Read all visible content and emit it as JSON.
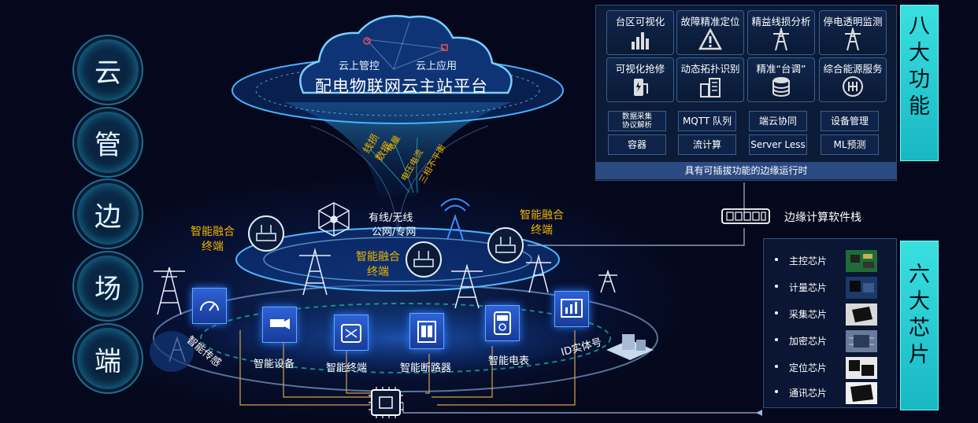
{
  "layers": [
    "云",
    "管",
    "边",
    "场",
    "端"
  ],
  "cloud": {
    "title": "配电物联网云主站平台",
    "control_label": "云上管控",
    "app_label": "云上应用"
  },
  "data_stream_labels": [
    "线损数据",
    "电量",
    "电压电流",
    "三相不平衡"
  ],
  "network": {
    "line1": "有线/无线",
    "line2": "公网/专网"
  },
  "terminals": [
    "智能融合终端",
    "智能融合终端",
    "智能融合终端"
  ],
  "functions": {
    "tab_label": "八大功能",
    "items": [
      {
        "label": "台区可视化",
        "icon": "bar-chart-icon"
      },
      {
        "label": "故障精准定位",
        "icon": "warning-icon"
      },
      {
        "label": "精益线损分析",
        "icon": "power-tower-icon"
      },
      {
        "label": "停电透明监测",
        "icon": "power-tower-icon"
      },
      {
        "label": "可视化抢修",
        "icon": "charging-station-icon"
      },
      {
        "label": "动态拓扑识别",
        "icon": "building-icon"
      },
      {
        "label": "精准“台调”",
        "icon": "database-icon"
      },
      {
        "label": "综合能源服务",
        "icon": "gear-shift-icon"
      }
    ],
    "software": [
      {
        "label": "数据采集\n协议解析"
      },
      {
        "label": "MQTT 队列"
      },
      {
        "label": "端云协同"
      },
      {
        "label": "设备管理"
      },
      {
        "label": "容器"
      },
      {
        "label": "流计算"
      },
      {
        "label": "Server Less"
      },
      {
        "label": "ML预测"
      }
    ],
    "footer": "具有可插拔功能的边缘运行时"
  },
  "edge_stack_label": "边缘计算软件栈",
  "chips": {
    "tab_label": "六大芯片",
    "items": [
      "主控芯片",
      "计量芯片",
      "采集芯片",
      "加密芯片",
      "定位芯片",
      "通讯芯片"
    ]
  },
  "devices": [
    "智能传感",
    "智能设备",
    "智能终端",
    "智能断路器",
    "智能电表",
    "ID实体号"
  ],
  "colors": {
    "accent_cyan": "#2ad6e0",
    "label_yellow": "#f0b400",
    "panel_bg": "#0b1b38",
    "device_blue": "#2e62d6"
  }
}
